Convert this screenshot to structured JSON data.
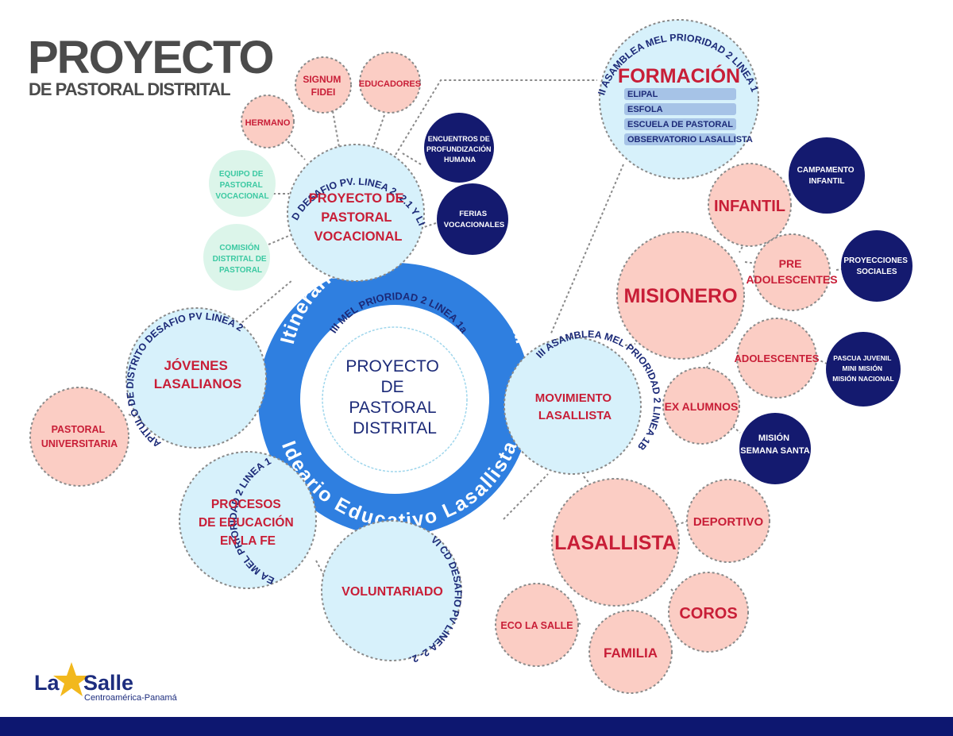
{
  "title": {
    "main": "PROYECTO",
    "sub": "DE PASTORAL DISTRITAL"
  },
  "colors": {
    "ring": "#2f7fe0",
    "light_blue": "#d7f1fb",
    "pink": "#fbcdc4",
    "green": "#dcf5ea",
    "navy": "#141a6f",
    "red_text": "#c81e37",
    "navy_text": "#1c2a78",
    "green_text": "#3cc9a2",
    "footer": "#0d1770"
  },
  "center": {
    "label": [
      "PROYECTO",
      "DE",
      "PASTORAL",
      "DISTRITAL"
    ],
    "inner_arc": "III MEL PRIORIDAD 2 LINEA 1a",
    "ring_top": "Itinerario de Cultura Vocacional",
    "ring_bottom": "Ideario Educativo Lasallista"
  },
  "pastoral_vocacional": {
    "label": [
      "PROYECTO DE",
      "PASTORAL",
      "VOCACIONAL"
    ],
    "arc": "(XVI CD DESAFIO PV. LINEA 2- 2.1 Y LINEA 1)",
    "satellites": {
      "hermano": [
        "HERMANO"
      ],
      "signum": [
        "SIGNUM",
        "FIDEI"
      ],
      "educadores": [
        "EDUCADORES"
      ],
      "equipo": [
        "EQUIPO DE",
        "PASTORAL",
        "VOCACIONAL"
      ],
      "comision": [
        "COMISIÓN",
        "DISTRITAL DE",
        "PASTORAL"
      ],
      "encuentros": [
        "ENCUENTROS DE",
        "PROFUNDIZACIÓN",
        "HUMANA"
      ],
      "ferias": [
        "FERIAS",
        "VOCACIONALES"
      ]
    }
  },
  "formacion": {
    "title": "FORMACIÓN",
    "arc": "(III ASAMBLEA MEL PRIORIDAD 2 LINEA 1d)",
    "items": [
      "ELIPAL",
      "ESFOLA",
      "ESCUELA DE PASTORAL",
      "OBSERVATORIO LASALLISTA"
    ]
  },
  "jovenes": {
    "label": [
      "JÓVENES",
      "LASALIANOS"
    ],
    "arc": "(XVI CAPITULO DE DISTRITO DESAFIO PV LINEA 2 -2.2)",
    "satellite": [
      "PASTORAL",
      "UNIVERSITARIA"
    ]
  },
  "procesos": {
    "label": [
      "PROCESOS",
      "DE EDUCACIÓN",
      "EN LA FE"
    ],
    "arc": "(III ASAMBLEA MEL PRIORIDAD 2 LINEA 1C Y LINEA 2)"
  },
  "voluntariado": {
    "label": [
      "VOLUNTARIADO"
    ],
    "arc": "(XVI CD DESAFIO PV LINEA 2- 2.2)"
  },
  "movimiento": {
    "label": [
      "MOVIMIENTO",
      "LASALLISTA"
    ],
    "arc": "(III ASAMBLEA MEL PRIORIDAD 2 LINEA 1B)",
    "misionero": {
      "label": [
        "MISIONERO"
      ],
      "infantil": {
        "label": [
          "INFANTIL"
        ],
        "sat": [
          "CAMPAMENTO",
          "INFANTIL"
        ]
      },
      "pre": {
        "label": [
          "PRE",
          "ADOLESCENTES"
        ],
        "sat": [
          "PROYECCIONES",
          "SOCIALES"
        ]
      },
      "adolescentes": {
        "label": [
          "ADOLESCENTES"
        ],
        "sat": [
          "PASCUA JUVENIL",
          "MINI MISIÓN",
          "MISIÓN NACIONAL"
        ]
      },
      "exalumnos": {
        "label": [
          "EX ALUMNOS"
        ],
        "sat": [
          "MISIÓN",
          "SEMANA SANTA"
        ]
      }
    },
    "lasallista": {
      "label": [
        "LASALLISTA"
      ],
      "deportivo": [
        "DEPORTIVO"
      ],
      "coros": [
        "COROS"
      ],
      "familia": [
        "FAMILIA"
      ],
      "eco": [
        "ECO LA SALLE"
      ]
    }
  },
  "logo": {
    "la": "La",
    "salle": "Salle",
    "sub": "Centroamérica-Panamá"
  }
}
